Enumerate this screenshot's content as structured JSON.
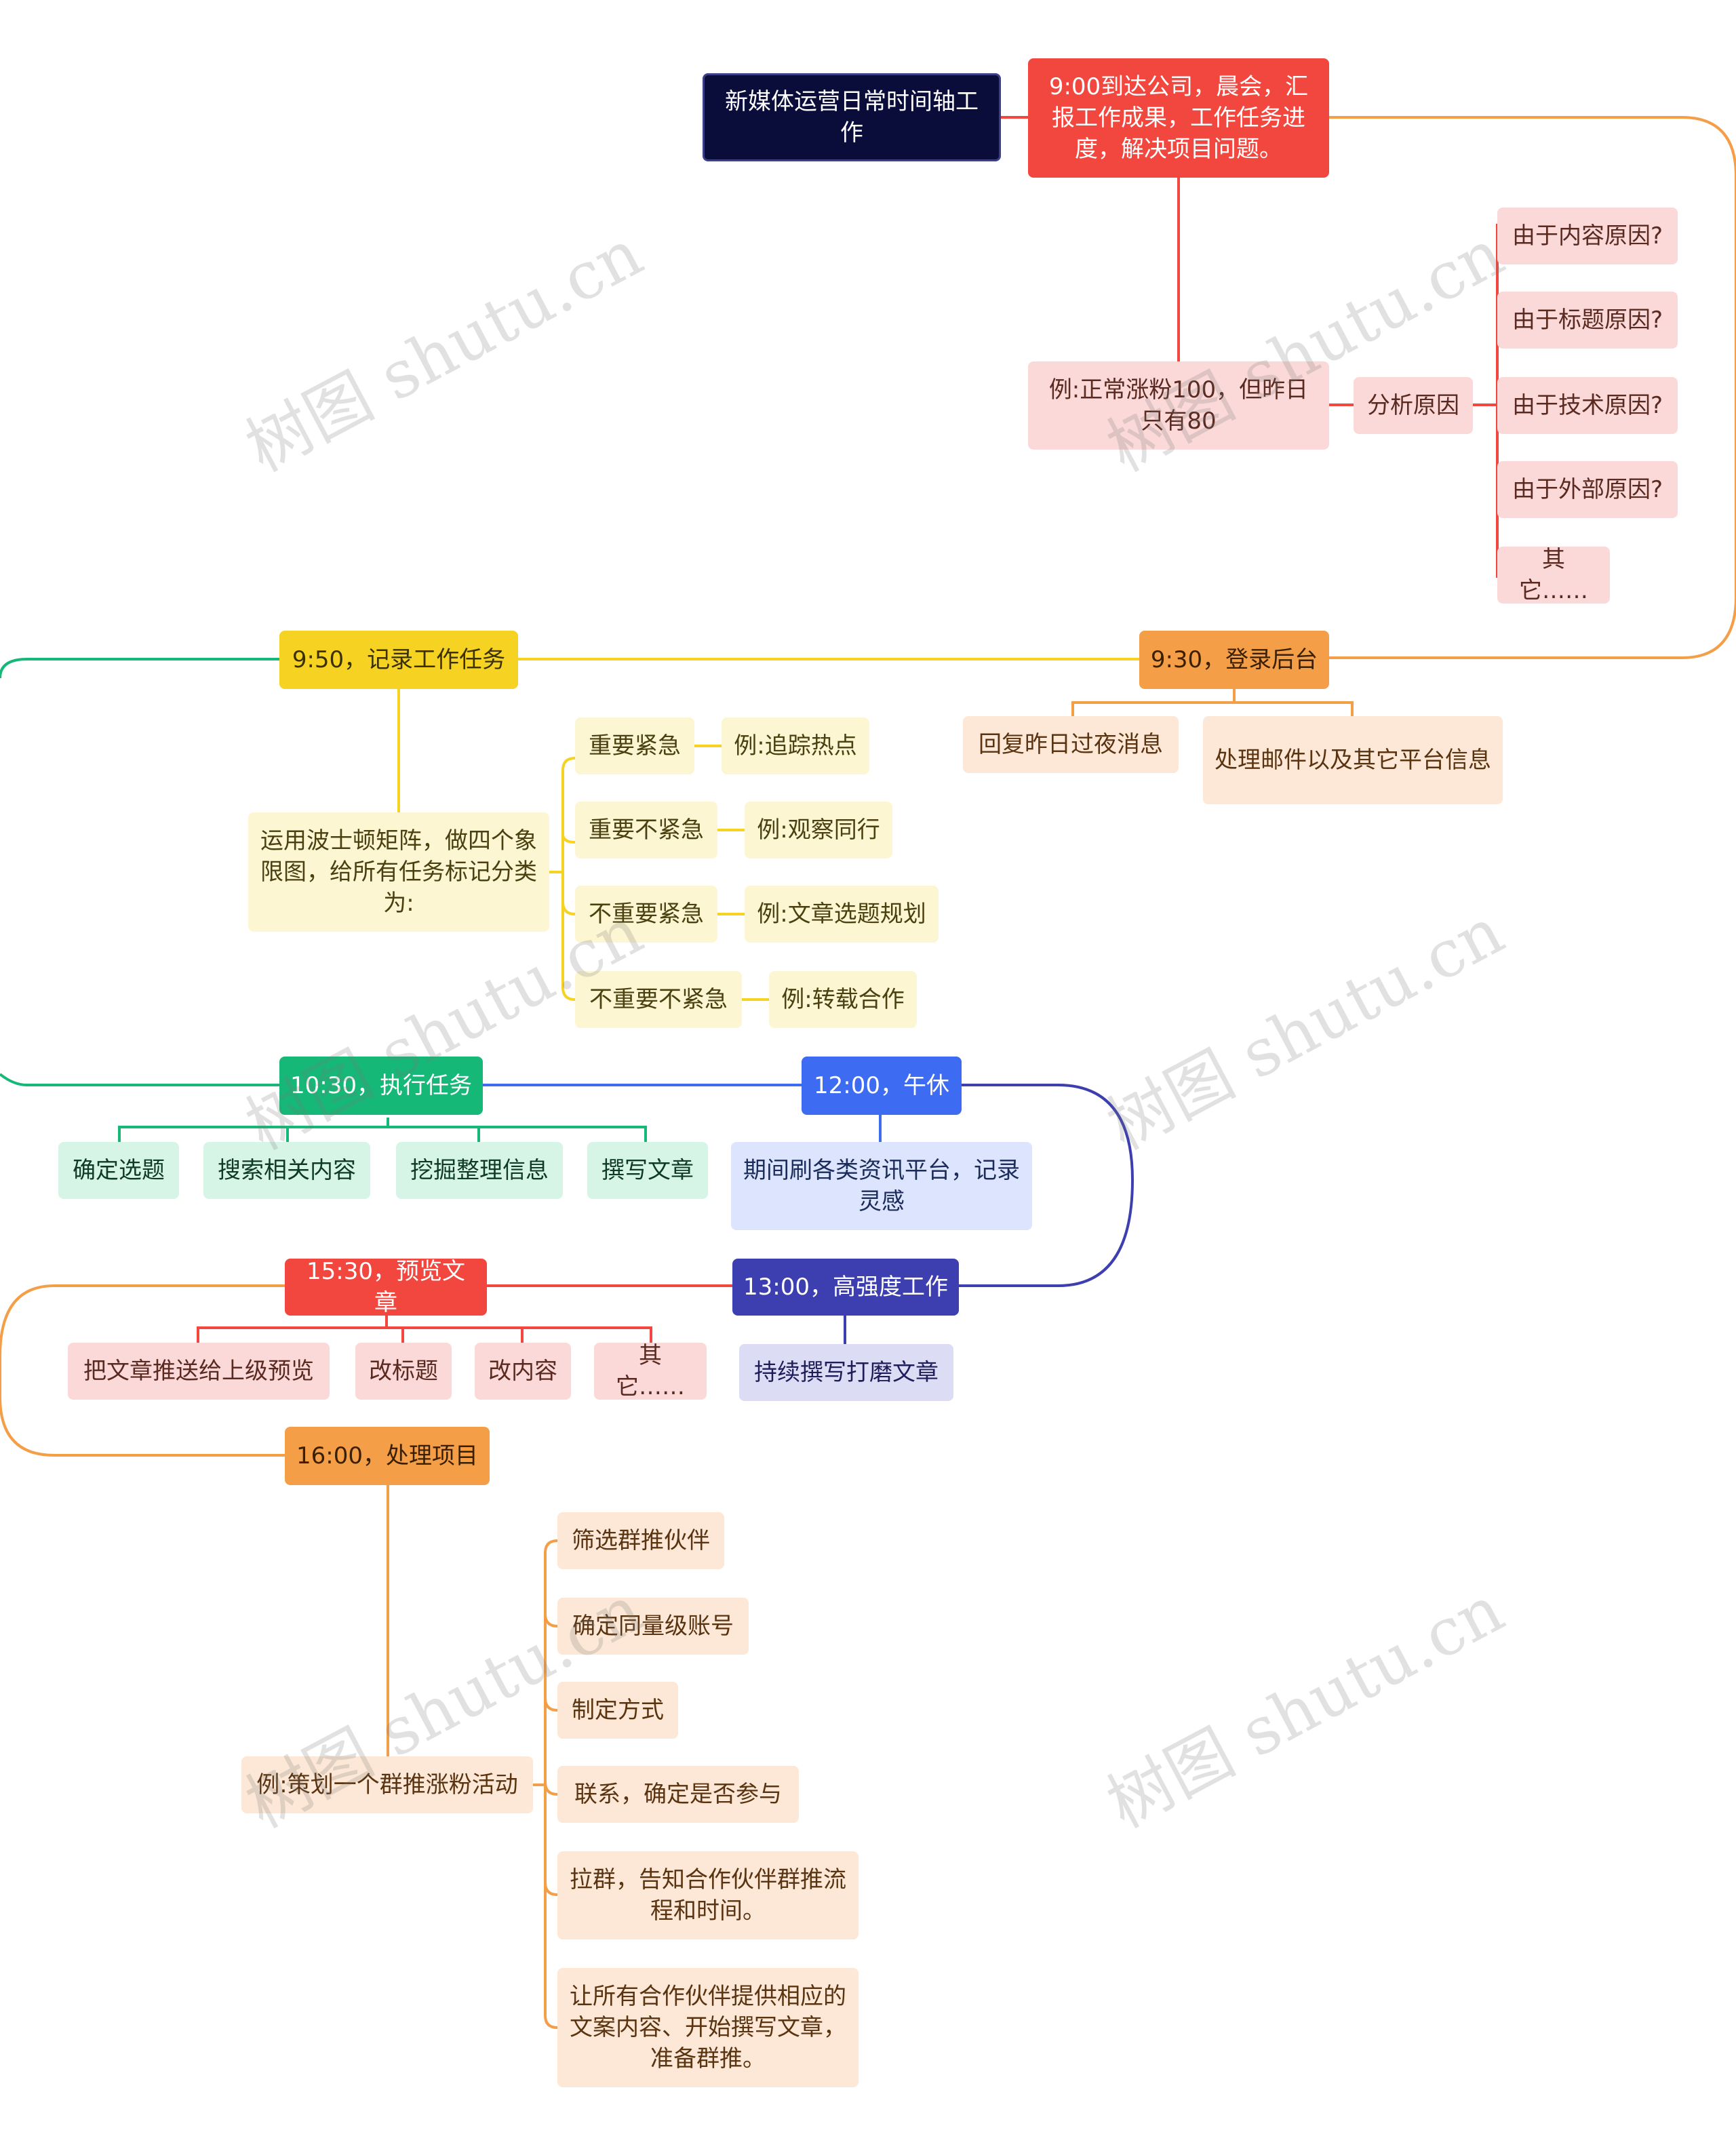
{
  "nodes": {
    "root": "新媒体运营日常时间轴工作",
    "t0900": "9:00到达公司，晨会，汇报工作成果，工作任务进度，解决项目问题。",
    "t0900_example": "例:正常涨粉100，但昨日只有80",
    "analyze": "分析原因",
    "reasons": [
      "由于内容原因?",
      "由于标题原因?",
      "由于技术原因?",
      "由于外部原因?",
      "其它……"
    ],
    "t0930": "9:30，登录后台",
    "t0930_items": [
      "回复昨日过夜消息",
      "处理邮件以及其它平台信息"
    ],
    "t0950": "9:50，记录工作任务",
    "t0950_desc": "运用波士顿矩阵，做四个象限图，给所有任务标记分类为:",
    "quadrants": [
      "重要紧急",
      "重要不紧急",
      "不重要紧急",
      "不重要不紧急"
    ],
    "quadrant_examples": [
      "例:追踪热点",
      "例:观察同行",
      "例:文章选题规划",
      "例:转载合作"
    ],
    "t1030": "10:30，执行任务",
    "t1030_items": [
      "确定选题",
      "搜索相关内容",
      "挖掘整理信息",
      "撰写文章"
    ],
    "t1200": "12:00，午休",
    "t1200_item": "期间刷各类资讯平台，记录灵感",
    "t1300": "13:00，高强度工作",
    "t1300_item": "持续撰写打磨文章",
    "t1530": "15:30，预览文章",
    "t1530_items": [
      "把文章推送给上级预览",
      "改标题",
      "改内容",
      "其它……"
    ],
    "t1600": "16:00，处理项目",
    "t1600_example": "例:策划一个群推涨粉活动",
    "t1600_steps": [
      "筛选群推伙伴",
      "确定同量级账号",
      "制定方式",
      "联系，确定是否参与",
      "拉群，告知合作伙伴群推流程和时间。",
      "让所有合作伙伴提供相应的文案内容、开始撰写文章，准备群推。"
    ]
  },
  "watermark": "树图 shutu.cn",
  "colors": {
    "red": "#f2473f",
    "orange": "#f59e48",
    "yellow": "#f6d322",
    "green": "#16b877",
    "blue": "#3d6cf2",
    "indigo": "#3d3fb0",
    "root": "#0a0c3a"
  }
}
